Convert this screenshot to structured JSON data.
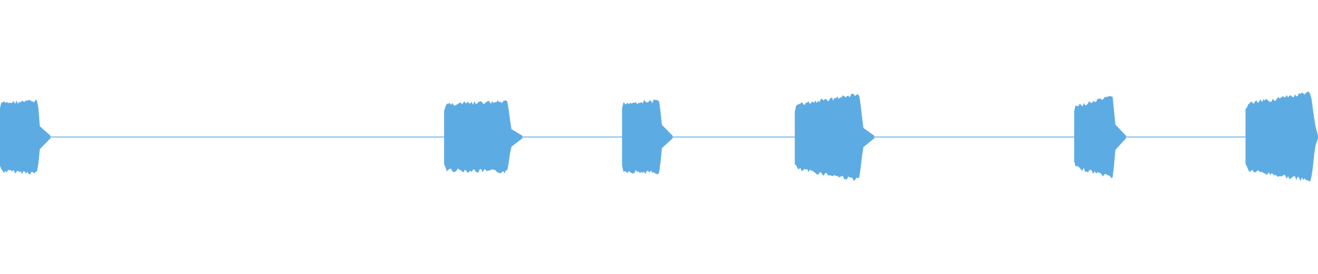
{
  "waveform": {
    "color": "#5dabe3",
    "background": "#ffffff",
    "baseline_amplitude": 0.01,
    "bursts": [
      {
        "id": "burst-1",
        "start": 0.0,
        "end": 0.031,
        "amp_start": 0.62,
        "amp_end": 0.66
      },
      {
        "id": "burst-2",
        "start": 0.337,
        "end": 0.389,
        "amp_start": 0.6,
        "amp_end": 0.64
      },
      {
        "id": "burst-3",
        "start": 0.472,
        "end": 0.503,
        "amp_start": 0.62,
        "amp_end": 0.66
      },
      {
        "id": "burst-4",
        "start": 0.603,
        "end": 0.656,
        "amp_start": 0.58,
        "amp_end": 0.8
      },
      {
        "id": "burst-5",
        "start": 0.815,
        "end": 0.847,
        "amp_start": 0.55,
        "amp_end": 0.75
      },
      {
        "id": "burst-6",
        "start": 0.945,
        "end": 0.999,
        "amp_start": 0.6,
        "amp_end": 0.82
      }
    ]
  }
}
